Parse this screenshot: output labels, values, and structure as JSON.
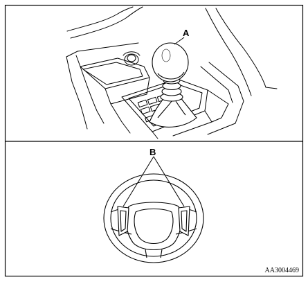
{
  "figure": {
    "callout_a": "A",
    "callout_b": "B",
    "figure_code": "AA3004469"
  },
  "parts": {
    "gear_shift_knob": "gear-shift-lever",
    "console": "center-console",
    "steering_wheel": "steering-wheel",
    "paddle_left": "left-paddle-shifter",
    "paddle_right": "right-paddle-shifter"
  }
}
